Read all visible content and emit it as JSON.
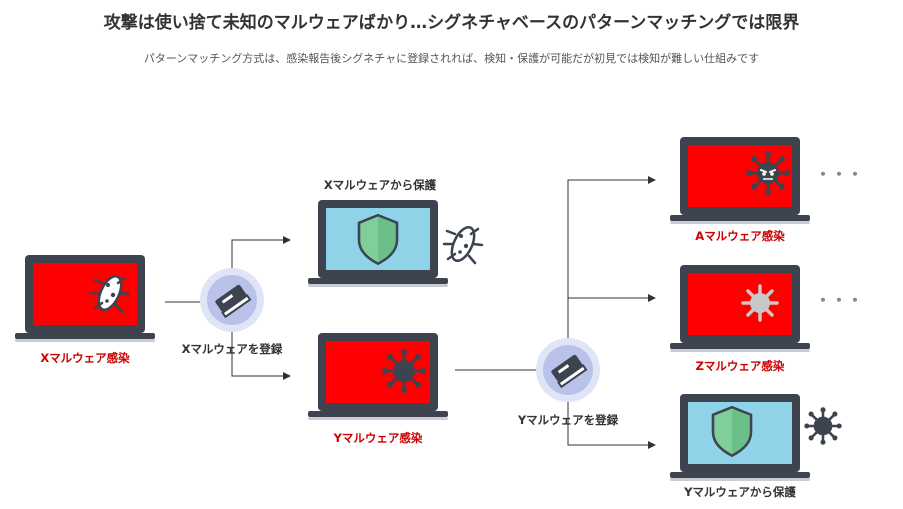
{
  "title": "攻撃は使い捨て未知のマルウェアばかり…シグネチャベースのパターンマッチングでは限界",
  "subtitle": "パターンマッチング方式は、感染報告後シグネチャに登録されれば、検知・保護が可能だが初見では検知が難しい仕組みです",
  "labels": {
    "x_infected": "Xマルウェア感染",
    "x_register": "Xマルウェアを登録",
    "x_protect": "Xマルウェアから保護",
    "y_infected": "Yマルウェア感染",
    "y_register": "Yマルウェアを登録",
    "a_infected": "Aマルウェア感染",
    "z_infected": "Zマルウェア感染",
    "y_protect": "Yマルウェアから保護"
  },
  "ellipsis": "・・・",
  "colors": {
    "infected_screen": "#ff0000",
    "safe_screen": "#8fd3e8",
    "laptop_frame": "#3d4450",
    "shield": "#7fcf9a",
    "label_red": "#cc0000",
    "signature_glow": "#b9c3ea"
  },
  "icons": {
    "bacteria": "bacteria-icon",
    "virus": "virus-icon",
    "angry_virus": "angry-virus-icon",
    "shield": "shield-icon",
    "signature_book": "signature-book-icon"
  }
}
